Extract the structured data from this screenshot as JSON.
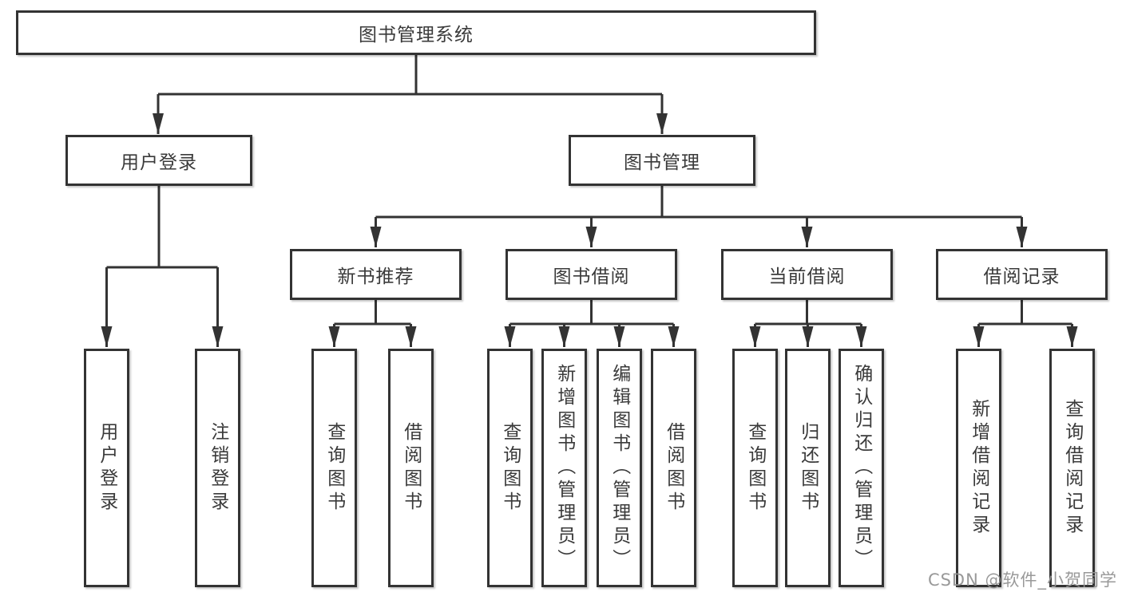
{
  "diagram_title": "图书管理系统",
  "colors": {
    "line": "#333333",
    "text": "#3a3a3a",
    "background": "#ffffff",
    "watermark": "#949494"
  },
  "tree": {
    "root": {
      "label": "图书管理系统",
      "children": [
        {
          "label": "用户登录",
          "children": [
            {
              "label": "用户登录"
            },
            {
              "label": "注销登录"
            }
          ]
        },
        {
          "label": "图书管理",
          "children": [
            {
              "label": "新书推荐",
              "children": [
                {
                  "label": "查询图书"
                },
                {
                  "label": "借阅图书"
                }
              ]
            },
            {
              "label": "图书借阅",
              "children": [
                {
                  "label": "查询图书"
                },
                {
                  "label": "新增图书（管理员）"
                },
                {
                  "label": "编辑图书（管理员）"
                },
                {
                  "label": "借阅图书"
                }
              ]
            },
            {
              "label": "当前借阅",
              "children": [
                {
                  "label": "查询图书"
                },
                {
                  "label": "归还图书"
                },
                {
                  "label": "确认归还（管理员）"
                }
              ]
            },
            {
              "label": "借阅记录",
              "children": [
                {
                  "label": "新增借阅记录"
                },
                {
                  "label": "查询借阅记录"
                }
              ]
            }
          ]
        }
      ]
    }
  },
  "watermark": {
    "text": "CSDN @软件_小贺同学"
  }
}
